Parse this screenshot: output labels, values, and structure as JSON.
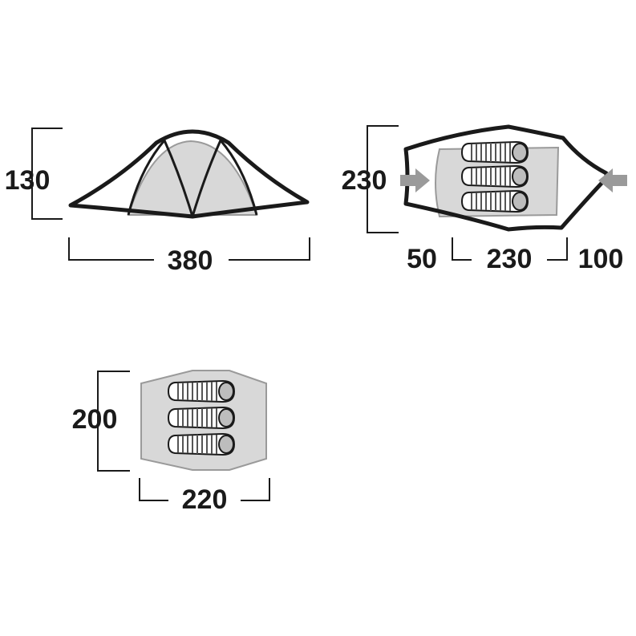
{
  "side_view": {
    "height_label": "130",
    "length_label": "380"
  },
  "top_view": {
    "width_label": "230",
    "vestibule_front_label": "50",
    "inner_length_label": "230",
    "vestibule_rear_label": "100"
  },
  "inner_tent": {
    "width_label": "200",
    "length_label": "220"
  },
  "colors": {
    "line": "#1a1a1a",
    "fill_light": "#d8d8d8",
    "arrow": "#9a9a9a"
  }
}
